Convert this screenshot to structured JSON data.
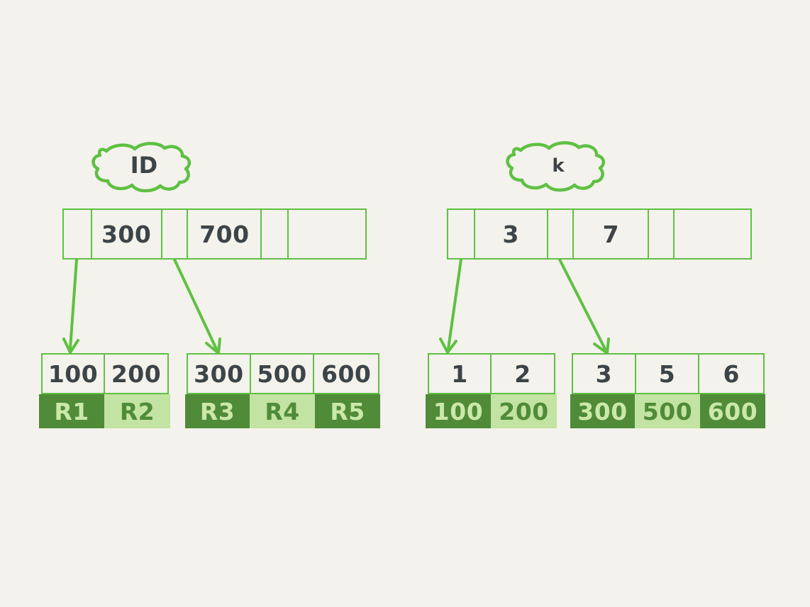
{
  "diagram": {
    "title_hidden": "",
    "background_color": "#f4f2ec",
    "stroke_color": "#5fc043",
    "dark_block_color": "#4f8b38",
    "light_block_color": "#c3e3a2",
    "text_color": "#3d4448"
  },
  "trees": [
    {
      "id": "left-tree",
      "label": "ID",
      "root": {
        "cells": [
          {
            "type": "pointer",
            "text": ""
          },
          {
            "type": "key",
            "text": "300"
          },
          {
            "type": "pointer",
            "text": ""
          },
          {
            "type": "key",
            "text": "700"
          },
          {
            "type": "pointer",
            "text": ""
          },
          {
            "type": "key",
            "text": ""
          }
        ]
      },
      "leaves": [
        {
          "id": "left-leaf-1",
          "keys": [
            "100",
            "200"
          ],
          "values": [
            "R1",
            "R2"
          ],
          "value_shades": [
            "dark",
            "light"
          ]
        },
        {
          "id": "left-leaf-2",
          "keys": [
            "300",
            "500",
            "600"
          ],
          "values": [
            "R3",
            "R4",
            "R5"
          ],
          "value_shades": [
            "dark",
            "light",
            "dark"
          ]
        }
      ]
    },
    {
      "id": "right-tree",
      "label": "k",
      "root": {
        "cells": [
          {
            "type": "pointer",
            "text": ""
          },
          {
            "type": "key",
            "text": "3"
          },
          {
            "type": "pointer",
            "text": ""
          },
          {
            "type": "key",
            "text": "7"
          },
          {
            "type": "pointer",
            "text": ""
          },
          {
            "type": "key",
            "text": ""
          }
        ]
      },
      "leaves": [
        {
          "id": "right-leaf-1",
          "keys": [
            "1",
            "2"
          ],
          "values": [
            "100",
            "200"
          ],
          "value_shades": [
            "dark",
            "light"
          ]
        },
        {
          "id": "right-leaf-2",
          "keys": [
            "3",
            "5",
            "6"
          ],
          "values": [
            "300",
            "500",
            "600"
          ],
          "value_shades": [
            "dark",
            "light",
            "dark"
          ]
        }
      ]
    }
  ]
}
